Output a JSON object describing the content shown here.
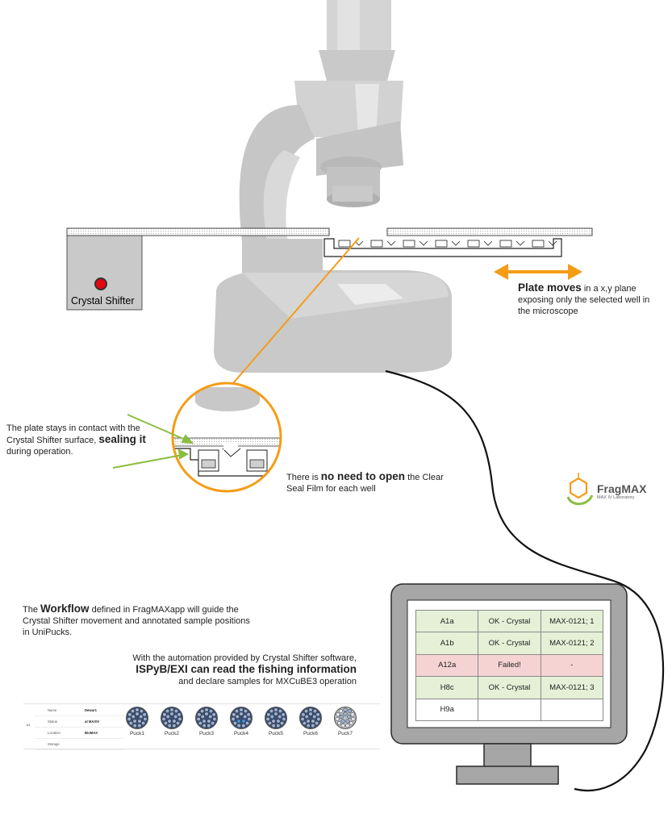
{
  "colors": {
    "accent": "#f59c15",
    "arrow_green": "#8bbd42",
    "device_gray": "#cfcfcf",
    "ok_row": "#e5f0d7",
    "fail_row": "#f6d3d3"
  },
  "crystal_shifter": {
    "label": "Crystal Shifter",
    "indicator_color": "#e30613"
  },
  "plate_moves": {
    "bold": "Plate moves",
    "rest": " in a x,y plane exposing only the selected well in the microscope"
  },
  "plate_stays": {
    "pre": "The plate stays in contact with the Crystal Shifter surface, ",
    "bold": "sealing it",
    "post": " during operation."
  },
  "no_need": {
    "pre": "There is ",
    "bold": "no need to open",
    "post": " the Clear Seal Film for each well"
  },
  "workflow": {
    "pre": "The ",
    "bold": "Workflow",
    "post": " defined in FragMAXapp will guide the Crystal Shifter movement and annotated sample positions in UniPucks."
  },
  "automation": {
    "pre": "With the automation provided by Crystal Shifter software, ",
    "bold": "ISPyB/EXI can read the fishing information",
    "post": " and declare samples for MXCuBE3 operation"
  },
  "brand": {
    "name": "FragMAX",
    "subtitle": "MAX IV Laboratory",
    "icon": "hexagon-molecule-icon"
  },
  "monitor_table": {
    "rows": [
      {
        "status": "ok",
        "cells": [
          "A1a",
          "OK - Crystal",
          "MAX-0121; 1"
        ]
      },
      {
        "status": "ok",
        "cells": [
          "A1b",
          "OK - Crystal",
          "MAX-0121; 2"
        ]
      },
      {
        "status": "fail",
        "cells": [
          "A12a",
          "Failed!",
          "-"
        ]
      },
      {
        "status": "ok",
        "cells": [
          "H8c",
          "OK - Crystal",
          "MAX-0121; 3"
        ]
      },
      {
        "status": "empty",
        "cells": [
          "H9a",
          "",
          ""
        ]
      }
    ]
  },
  "dewar": {
    "id": "#1",
    "fields": [
      {
        "key": "Name",
        "value": "Dewar1"
      },
      {
        "key": "Status",
        "value": "at MAXIV"
      },
      {
        "key": "Location",
        "value": "BioMAX"
      },
      {
        "key": "Storage",
        "value": ""
      }
    ],
    "pucks": [
      "Puck1",
      "Puck2",
      "Puck3",
      "Puck4",
      "Puck5",
      "Puck6",
      "Puck7"
    ]
  }
}
